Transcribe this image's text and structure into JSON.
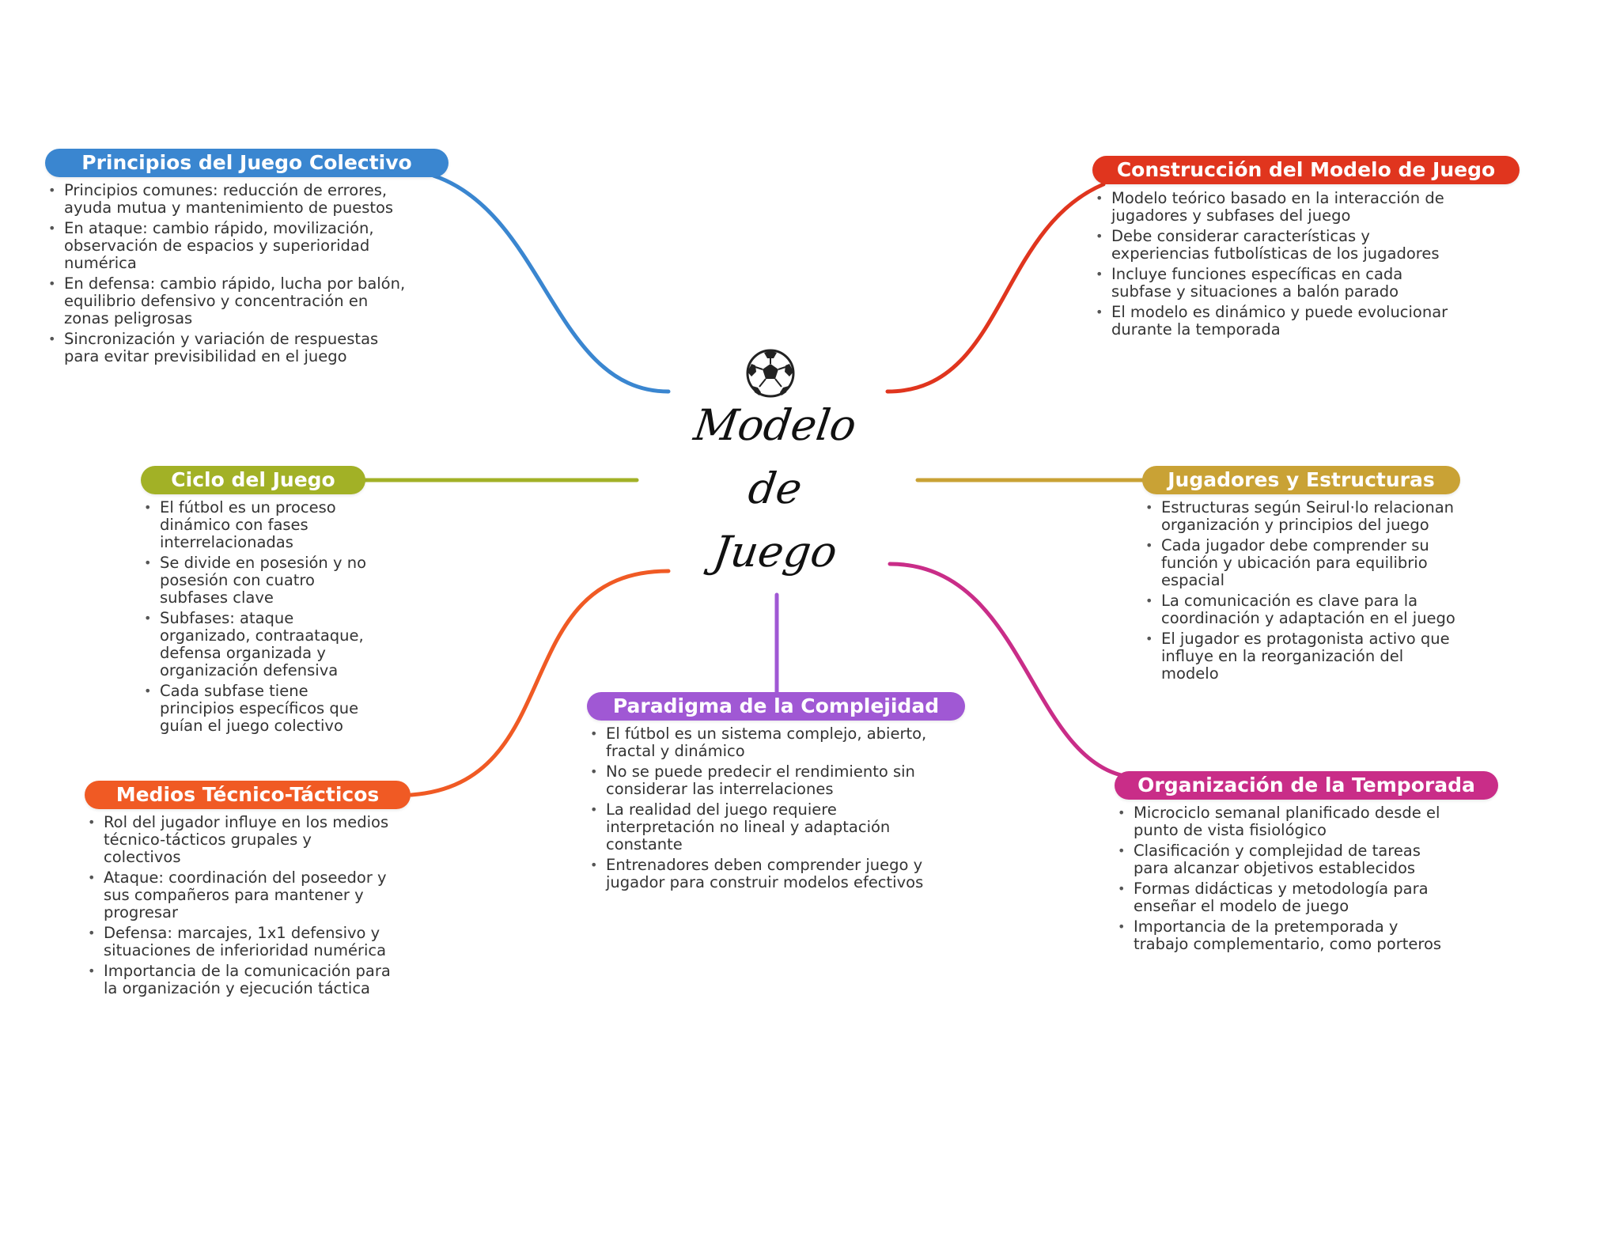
{
  "center": {
    "title_lines": [
      "Modelo",
      "de",
      "Juego"
    ],
    "icon": "soccer-ball-icon"
  },
  "branches": [
    {
      "id": "principios",
      "title": "Principios del Juego Colectivo",
      "color": "#3a86d0",
      "items": [
        "Principios comunes: reducción de errores, ayuda mutua y mantenimiento de puestos",
        "En ataque: cambio rápido, movilización, observación de espacios y superioridad numérica",
        "En defensa: cambio rápido, lucha por balón, equilibrio defensivo y concentración en zonas peligrosas",
        "Sincronización y variación de respuestas para evitar previsibilidad en el juego"
      ]
    },
    {
      "id": "construccion",
      "title": "Construcción del Modelo de Juego",
      "color": "#e0351e",
      "items": [
        "Modelo teórico basado en la interacción de jugadores y subfases del juego",
        "Debe considerar características y experiencias futbolísticas de los jugadores",
        "Incluye funciones específicas en cada subfase y situaciones a balón parado",
        "El modelo es dinámico y puede evolucionar durante la temporada"
      ]
    },
    {
      "id": "ciclo",
      "title": "Ciclo del Juego",
      "color": "#a2b126",
      "items": [
        "El fútbol es un proceso dinámico con fases interrelacionadas",
        "Se divide en posesión y no posesión con cuatro subfases clave",
        "Subfases: ataque organizado, contraataque, defensa organizada y organización defensiva",
        "Cada subfase tiene principios específicos que guían el juego colectivo"
      ]
    },
    {
      "id": "jugadores",
      "title": "Jugadores y Estructuras",
      "color": "#c9a235",
      "items": [
        "Estructuras según Seirul·lo relacionan organización y principios del juego",
        "Cada jugador debe comprender su función y ubicación para equilibrio espacial",
        "La comunicación es clave para la coordinación y adaptación en el juego",
        "El jugador es protagonista activo que influye en la reorganización del modelo"
      ]
    },
    {
      "id": "paradigma",
      "title": "Paradigma de la Complejidad",
      "color": "#a058d4",
      "items": [
        "El fútbol es un sistema complejo, abierto, fractal y dinámico",
        "No se puede predecir el rendimiento sin considerar las interrelaciones",
        "La realidad del juego requiere interpretación no lineal y adaptación constante",
        "Entrenadores deben comprender juego y jugador para construir modelos efectivos"
      ]
    },
    {
      "id": "medios",
      "title": "Medios Técnico-Tácticos",
      "color": "#f05a24",
      "items": [
        "Rol del jugador influye en los medios técnico-tácticos grupales y colectivos",
        "Ataque: coordinación del poseedor y sus compañeros para mantener y progresar",
        "Defensa: marcajes, 1x1 defensivo y situaciones de inferioridad numérica",
        "Importancia de la comunicación para la organización y ejecución táctica"
      ]
    },
    {
      "id": "organizacion",
      "title": "Organización de la Temporada",
      "color": "#c92d88",
      "items": [
        "Microciclo semanal planificado desde el punto de vista fisiológico",
        "Clasificación y complejidad de tareas para alcanzar objetivos establecidos",
        "Formas didácticas y metodología para enseñar el modelo de juego",
        "Importancia de la pretemporada y trabajo complementario, como porteros"
      ]
    }
  ]
}
